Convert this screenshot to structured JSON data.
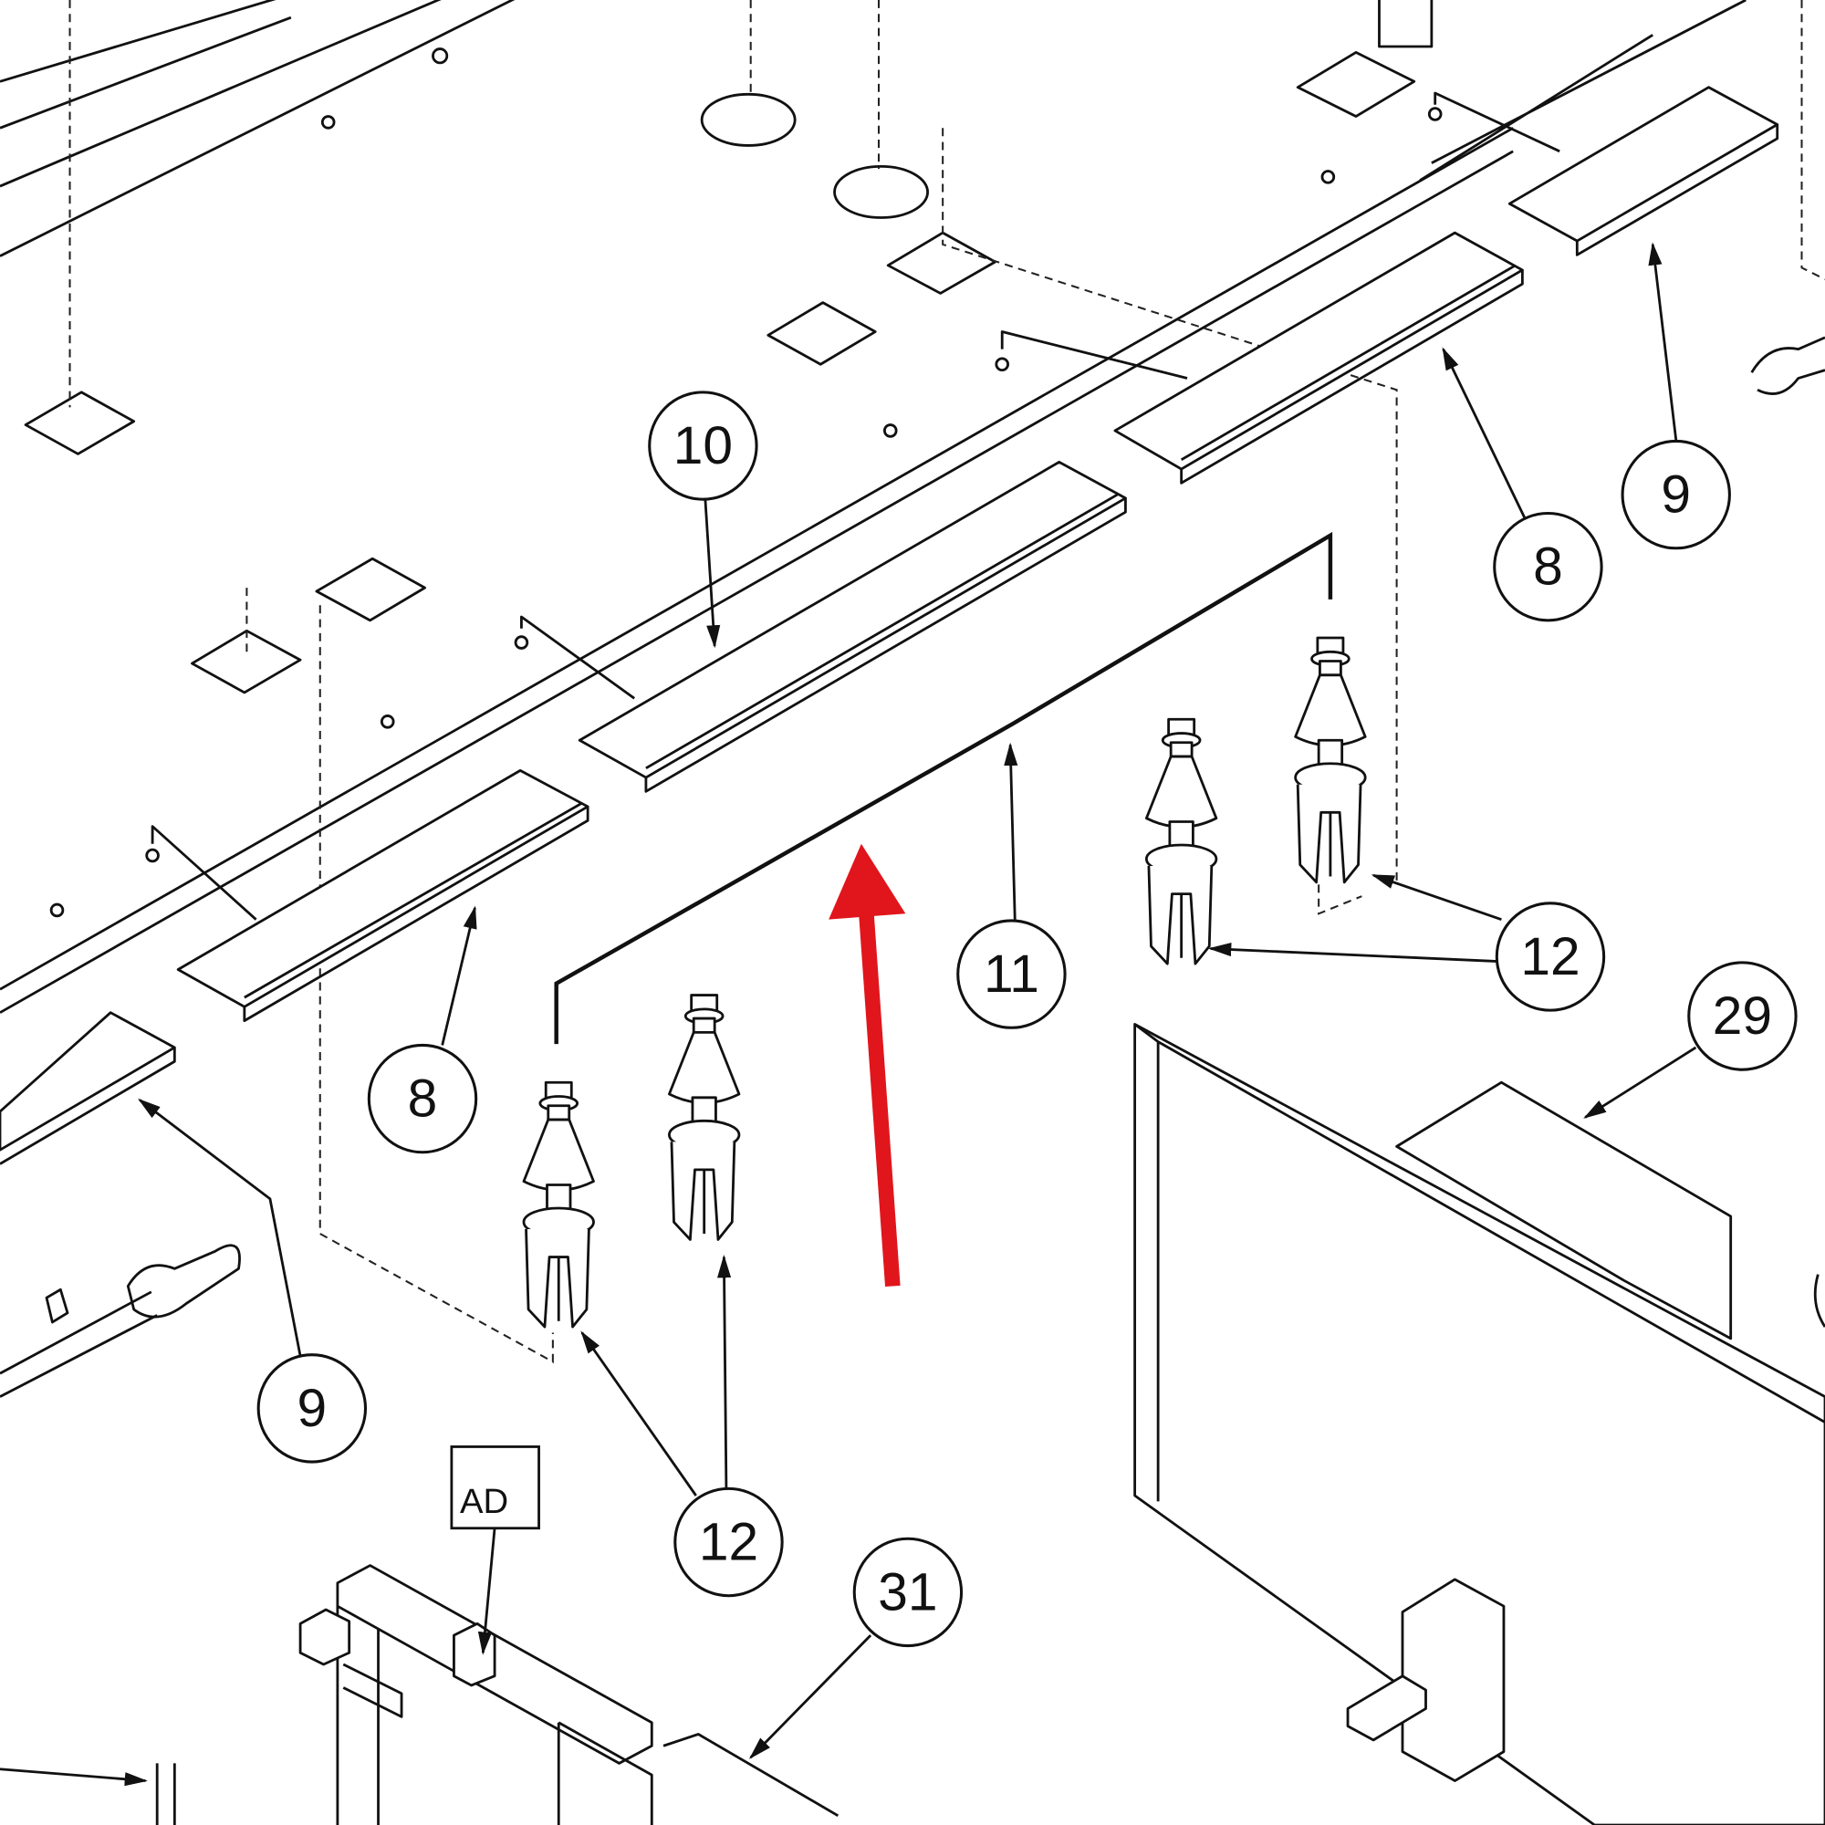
{
  "diagram": {
    "type": "exploded parts diagram",
    "callouts": [
      {
        "id": "c10",
        "label": "10"
      },
      {
        "id": "c8a",
        "label": "8"
      },
      {
        "id": "c9a",
        "label": "9"
      },
      {
        "id": "c11",
        "label": "11"
      },
      {
        "id": "c12a",
        "label": "12"
      },
      {
        "id": "c8b",
        "label": "8"
      },
      {
        "id": "c29",
        "label": "29"
      },
      {
        "id": "c9b",
        "label": "9"
      },
      {
        "id": "c12b",
        "label": "12"
      },
      {
        "id": "c31",
        "label": "31"
      }
    ],
    "tag_box": {
      "label": "AD"
    },
    "highlight_arrow_color": "#e0161c",
    "line_color": "#111111"
  }
}
